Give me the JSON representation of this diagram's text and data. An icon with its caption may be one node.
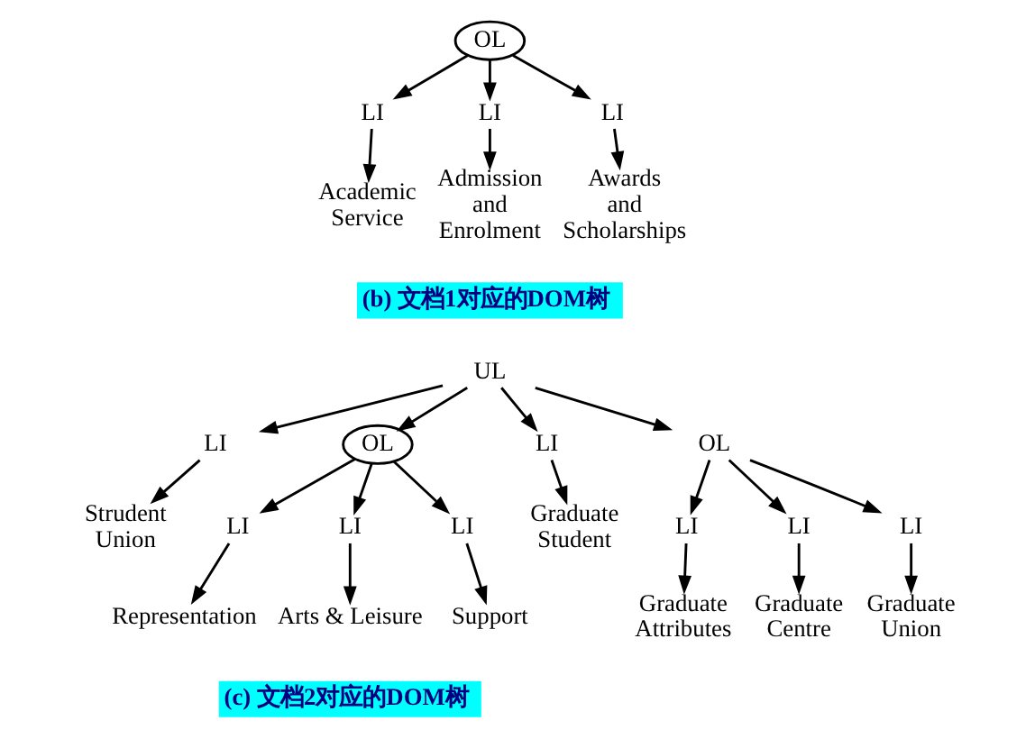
{
  "diagram": {
    "nodes": [
      {
        "text": [
          "OL"
        ]
      },
      {
        "text": [
          "LI"
        ]
      },
      {
        "text": [
          "LI"
        ]
      },
      {
        "text": [
          "LI"
        ]
      },
      {
        "text": [
          "Academic Service"
        ]
      },
      {
        "text": [
          "Admission and Enrolment"
        ]
      },
      {
        "text": [
          "Awards and Scholarships"
        ]
      },
      {
        "text": [
          "UL"
        ]
      },
      {
        "text": [
          "LI"
        ]
      },
      {
        "text": [
          "OL"
        ]
      },
      {
        "text": [
          "LI"
        ]
      },
      {
        "text": [
          "OL"
        ]
      },
      {
        "text": [
          "Strudent Union"
        ]
      },
      {
        "text": [
          "LI"
        ]
      },
      {
        "text": [
          "LI"
        ]
      },
      {
        "text": [
          "LI"
        ]
      },
      {
        "text": [
          "Graduate Student"
        ]
      },
      {
        "text": [
          "LI"
        ]
      },
      {
        "text": [
          "LI"
        ]
      },
      {
        "text": [
          "LI"
        ]
      },
      {
        "text": [
          "Representation"
        ]
      },
      {
        "text": [
          "Arts & Leisure"
        ]
      },
      {
        "text": [
          "Support"
        ]
      },
      {
        "text": [
          "Graduate Attributes"
        ]
      },
      {
        "text": [
          "Graduate Centre"
        ]
      },
      {
        "text": [
          "Graduate Union"
        ]
      }
    ],
    "edges": [
      {
        "from": 0,
        "to": 1,
        "arrow": "to"
      },
      {
        "from": 0,
        "to": 2,
        "arrow": "to"
      },
      {
        "from": 0,
        "to": 3,
        "arrow": "to"
      },
      {
        "from": 1,
        "to": 4,
        "arrow": "to"
      },
      {
        "from": 2,
        "to": 5,
        "arrow": "to"
      },
      {
        "from": 3,
        "to": 6,
        "arrow": "to"
      },
      {
        "from": 7,
        "to": 8,
        "arrow": "to"
      },
      {
        "from": 7,
        "to": 9,
        "arrow": "to"
      },
      {
        "from": 7,
        "to": 10,
        "arrow": "to"
      },
      {
        "from": 7,
        "to": 11,
        "arrow": "to"
      },
      {
        "from": 8,
        "to": 12,
        "arrow": "to"
      },
      {
        "from": 9,
        "to": 13,
        "arrow": "to"
      },
      {
        "from": 9,
        "to": 14,
        "arrow": "to"
      },
      {
        "from": 9,
        "to": 15,
        "arrow": "to"
      },
      {
        "from": 10,
        "to": 16,
        "arrow": "to"
      },
      {
        "from": 11,
        "to": 17,
        "arrow": "to"
      },
      {
        "from": 11,
        "to": 18,
        "arrow": "to"
      },
      {
        "from": 11,
        "to": 19,
        "arrow": "to"
      },
      {
        "from": 13,
        "to": 20,
        "arrow": "to"
      },
      {
        "from": 14,
        "to": 21,
        "arrow": "to"
      },
      {
        "from": 15,
        "to": 22,
        "arrow": "to"
      },
      {
        "from": 17,
        "to": 23,
        "arrow": "to"
      },
      {
        "from": 18,
        "to": 24,
        "arrow": "to"
      },
      {
        "from": 19,
        "to": 25,
        "arrow": "to"
      }
    ],
    "labels": [
      "(b) 文档1对应的DOM树",
      "(c) 文档2对应的DOM树"
    ]
  }
}
